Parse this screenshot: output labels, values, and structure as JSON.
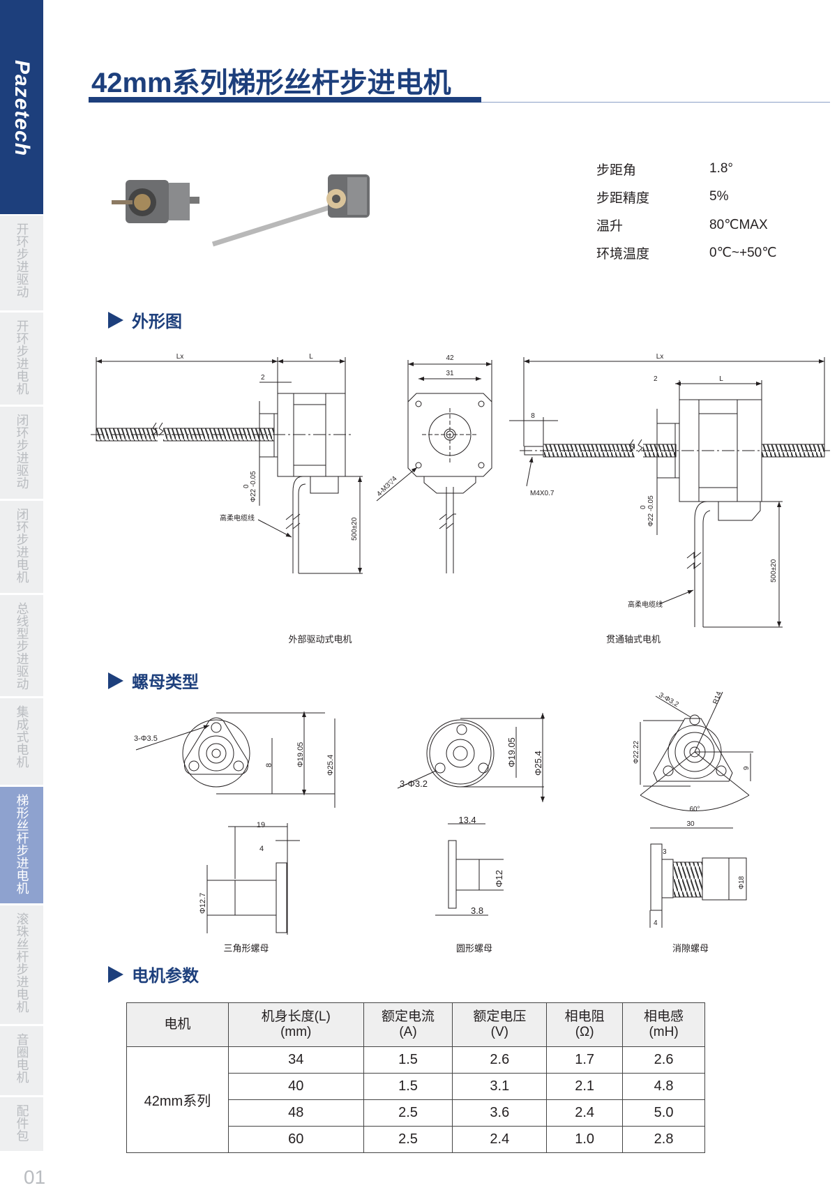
{
  "brand": "Pazetech",
  "sidebar": {
    "items": [
      {
        "label": "开环步进驱动"
      },
      {
        "label": "开环步进电机"
      },
      {
        "label": "闭环步进驱动"
      },
      {
        "label": "闭环步进电机"
      },
      {
        "label": "总线型步进驱动"
      },
      {
        "label": "集成式电机"
      },
      {
        "label": "梯形丝杆步进电机",
        "active": true
      },
      {
        "label": "滚珠丝杆步进电机"
      },
      {
        "label": "音圈电机"
      },
      {
        "label": "配件包"
      }
    ],
    "page_number": "01"
  },
  "title": "42mm系列梯形丝杆步进电机",
  "specs": [
    {
      "label": "步距角",
      "value": "1.8°"
    },
    {
      "label": "步距精度",
      "value": "5%"
    },
    {
      "label": "温升",
      "value": "80℃MAX"
    },
    {
      "label": "环境温度",
      "value": "0℃~+50℃"
    }
  ],
  "sections": {
    "outline": "外形图",
    "nut_types": "螺母类型",
    "motor_params": "电机参数"
  },
  "outline": {
    "external": {
      "caption": "外部驱动式电机",
      "lx": "Lx",
      "l": "L",
      "d2": "2",
      "phi": "Φ22 -0.05",
      "tol0": "0",
      "cable": "高柔电缆线",
      "len": "500±20",
      "w42": "42",
      "w31": "31",
      "holes": "4-M3▽4"
    },
    "through": {
      "caption": "贯通轴式电机",
      "lx": "Lx",
      "l": "L",
      "d2": "2",
      "d8": "8",
      "thread": "M4X0.7",
      "phi": "Φ22 -0.05",
      "tol0": "0",
      "cable": "高柔电缆线",
      "len": "500±20"
    }
  },
  "nuts": {
    "triangle": {
      "caption": "三角形螺母",
      "holes": "3-Φ3.5",
      "d1": "Φ19.05",
      "d2": "Φ25.4",
      "h": "8",
      "w19": "19",
      "w4": "4",
      "d127": "Φ12.7"
    },
    "round": {
      "caption": "圆形螺母",
      "holes": "3-Φ3.2",
      "d1": "Φ19.05",
      "d2": "Φ25.4",
      "w134": "13.4",
      "d12": "Φ12",
      "w38": "3.8"
    },
    "antibacklash": {
      "caption": "消隙螺母",
      "holes": "3-Φ3.2",
      "r": "R14",
      "d": "Φ22.22",
      "h": "9",
      "angle": "60°",
      "w30": "30",
      "w3": "3",
      "w4": "4",
      "d18": "Φ18"
    }
  },
  "table": {
    "headers": [
      [
        "电机",
        ""
      ],
      [
        "机身长度(L)",
        "(mm)"
      ],
      [
        "额定电流",
        "(A)"
      ],
      [
        "额定电压",
        "(V)"
      ],
      [
        "相电阻",
        "(Ω)"
      ],
      [
        "相电感",
        "(mH)"
      ]
    ],
    "series": "42mm系列",
    "rows": [
      [
        "34",
        "1.5",
        "2.6",
        "1.7",
        "2.6"
      ],
      [
        "40",
        "1.5",
        "3.1",
        "2.1",
        "4.8"
      ],
      [
        "48",
        "2.5",
        "3.6",
        "2.4",
        "5.0"
      ],
      [
        "60",
        "2.5",
        "2.4",
        "1.0",
        "2.8"
      ]
    ]
  }
}
